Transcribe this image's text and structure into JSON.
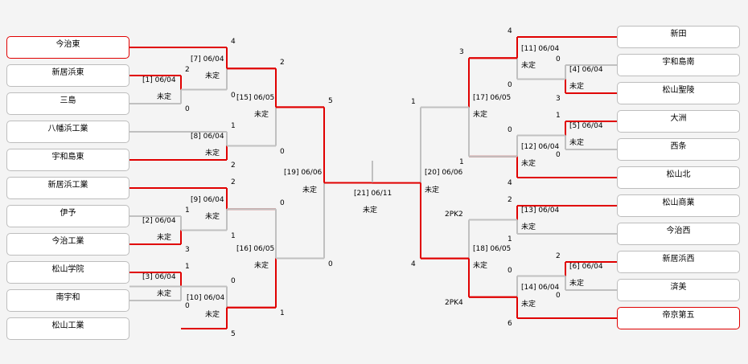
{
  "left_teams": [
    "今治東",
    "新居浜東",
    "三島",
    "八幡浜工業",
    "宇和島東",
    "新居浜工業",
    "伊予",
    "今治工業",
    "松山学院",
    "南宇和",
    "松山工業"
  ],
  "right_teams": [
    "新田",
    "宇和島南",
    "松山聖陵",
    "大洲",
    "西条",
    "松山北",
    "松山商業",
    "今治西",
    "新居浜西",
    "済美",
    "帝京第五"
  ],
  "winner_teams": [
    "今治東",
    "帝京第五"
  ],
  "colors": {
    "win_line": "#e00000",
    "loss_line": "#c0c0c0",
    "win_border": "#e00000",
    "background": "#f4f4f4"
  },
  "matches": {
    "m1": {
      "label": "[1] 06/04",
      "status": "未定",
      "scores": [
        "2",
        "0"
      ]
    },
    "m2": {
      "label": "[2] 06/04",
      "status": "未定",
      "scores": [
        "1",
        "3"
      ]
    },
    "m3": {
      "label": "[3] 06/04",
      "status": "未定",
      "scores": [
        "1",
        "0"
      ]
    },
    "m4": {
      "label": "[4] 06/04",
      "status": "未定",
      "scores": [
        "0",
        "3"
      ]
    },
    "m5": {
      "label": "[5] 06/04",
      "status": "未定",
      "scores": [
        "1",
        "0"
      ]
    },
    "m6": {
      "label": "[6] 06/04",
      "status": "未定",
      "scores": [
        "2",
        "0"
      ]
    },
    "m7": {
      "label": "[7] 06/04",
      "status": "未定",
      "scores": [
        "4",
        "0"
      ]
    },
    "m8": {
      "label": "[8] 06/04",
      "status": "未定",
      "scores": [
        "1",
        "2"
      ]
    },
    "m9": {
      "label": "[9] 06/04",
      "status": "未定",
      "scores": [
        "2",
        "1"
      ]
    },
    "m10": {
      "label": "[10] 06/04",
      "status": "未定",
      "scores": [
        "0",
        "5"
      ]
    },
    "m11": {
      "label": "[11] 06/04",
      "status": "未定",
      "scores": [
        "4",
        "0"
      ]
    },
    "m12": {
      "label": "[12] 06/04",
      "status": "未定",
      "scores": [
        "0",
        "4"
      ]
    },
    "m13": {
      "label": "[13] 06/04",
      "status": "未定",
      "scores": [
        "2",
        "1"
      ]
    },
    "m14": {
      "label": "[14] 06/04",
      "status": "未定",
      "scores": [
        "0",
        "6"
      ]
    },
    "m15": {
      "label": "[15] 06/05",
      "status": "未定",
      "scores": [
        "2",
        "0"
      ]
    },
    "m16": {
      "label": "[16] 06/05",
      "status": "未定",
      "scores": [
        "0",
        "1"
      ]
    },
    "m17": {
      "label": "[17] 06/05",
      "status": "未定",
      "scores": [
        "3",
        "1"
      ]
    },
    "m18": {
      "label": "[18] 06/05",
      "status": "未定",
      "scores": [
        "2PK2",
        "2PK4"
      ]
    },
    "m19": {
      "label": "[19] 06/06",
      "status": "未定",
      "scores": [
        "5",
        "0"
      ]
    },
    "m20": {
      "label": "[20] 06/06",
      "status": "未定",
      "scores": [
        "1",
        "4"
      ]
    },
    "m21": {
      "label": "[21] 06/11",
      "status": "未定",
      "scores": []
    }
  }
}
